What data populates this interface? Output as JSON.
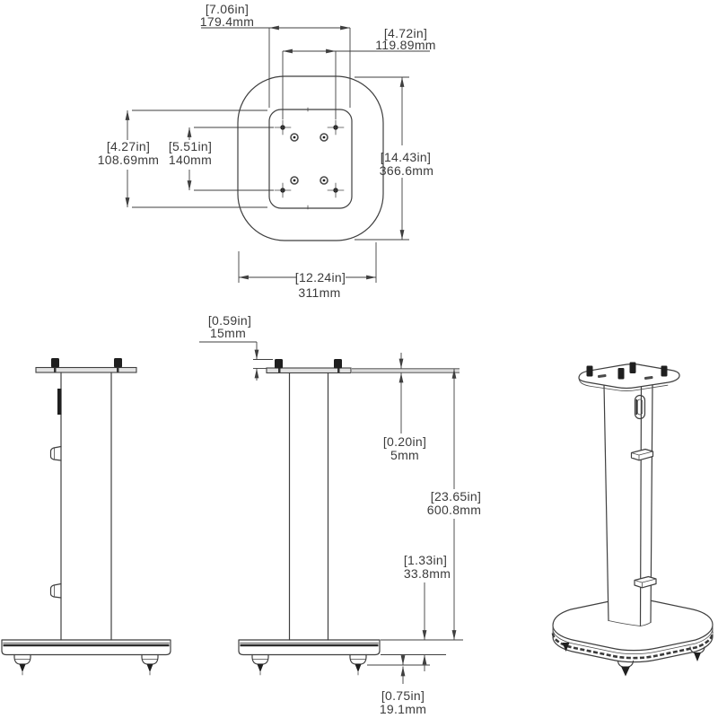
{
  "colors": {
    "line": "#3f3f3f",
    "dark": "#1f1f1f",
    "background": "#ffffff"
  },
  "dimensions": {
    "plate_width": {
      "in": "[7.06in]",
      "mm": "179.4mm"
    },
    "hole_spacing_x": {
      "in": "[4.72in]",
      "mm": "119.89mm"
    },
    "plate_depth": {
      "in": "[4.27in]",
      "mm": "108.69mm"
    },
    "hole_spacing_y": {
      "in": "[5.51in]",
      "mm": "140mm"
    },
    "top_outline_depth": {
      "in": "[14.43in]",
      "mm": "366.6mm"
    },
    "base_width": {
      "in": "[12.24in]",
      "mm": "311mm"
    },
    "stud_height": {
      "in": "[0.59in]",
      "mm": "15mm"
    },
    "plate_thickness": {
      "in": "[0.20in]",
      "mm": "5mm"
    },
    "overall_height": {
      "in": "[23.65in]",
      "mm": "600.8mm"
    },
    "base_thickness": {
      "in": "[1.33in]",
      "mm": "33.8mm"
    },
    "spike_height": {
      "in": "[0.75in]",
      "mm": "19.1mm"
    }
  }
}
